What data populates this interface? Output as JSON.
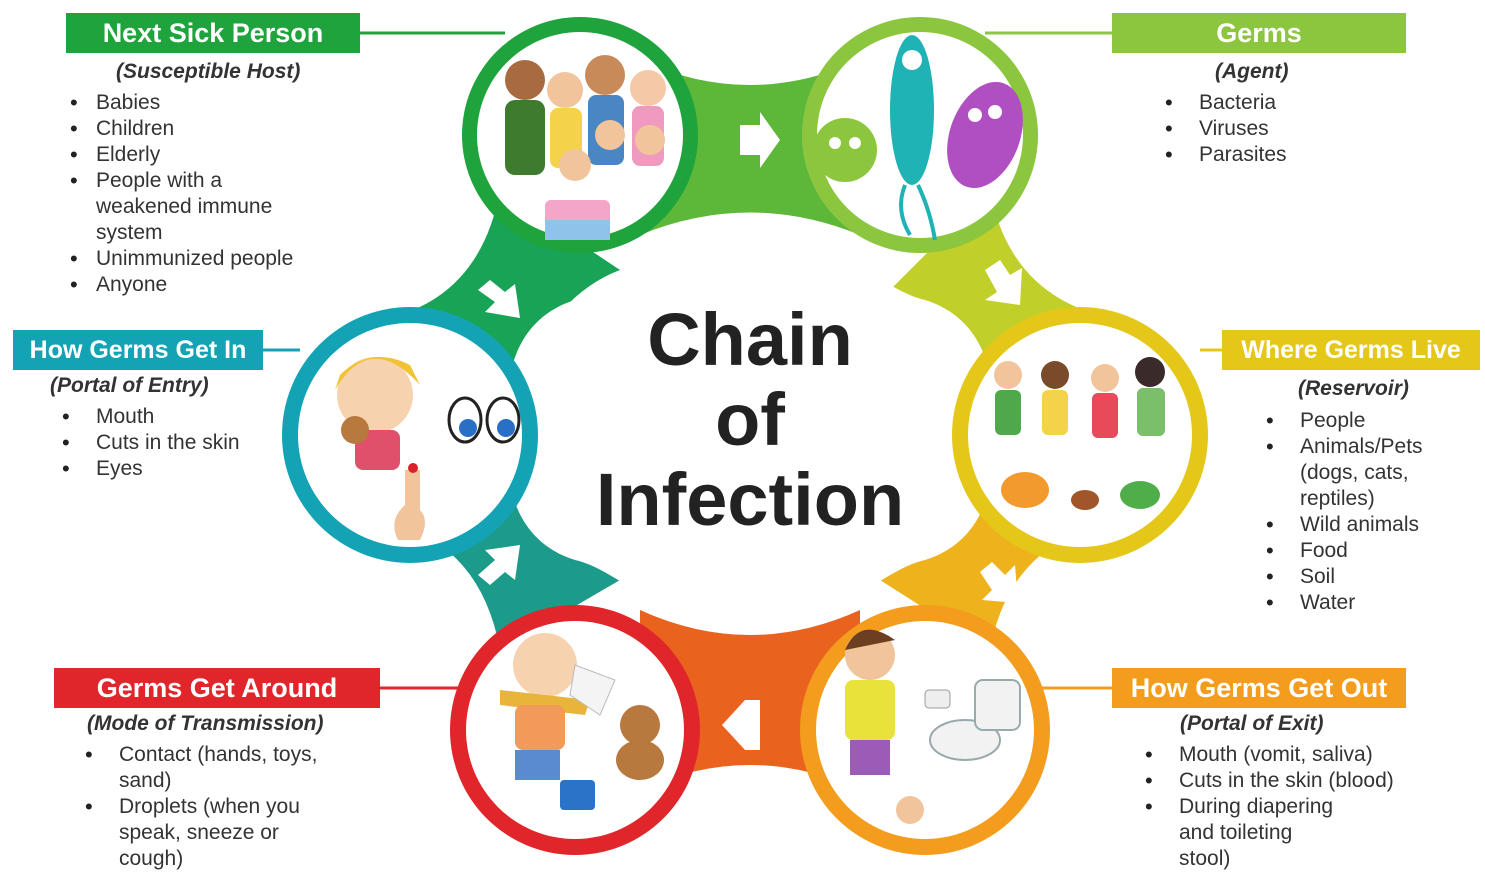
{
  "title": [
    "Chain",
    "of",
    "Infection"
  ],
  "colors": {
    "green": "#1fa33c",
    "lime": "#8cc63e",
    "yellow": "#e5c71a",
    "orange": "#f39c1d",
    "red": "#e0262b",
    "teal": "#14a3b5"
  },
  "nodes": [
    {
      "id": "host",
      "label": "Next Sick Person",
      "sub": "(Susceptible Host)",
      "items": [
        "Babies",
        "Children",
        "Elderly",
        "People with a weakened immune system",
        "Unimmunized people",
        "Anyone"
      ],
      "icon": "family-icon"
    },
    {
      "id": "agent",
      "label": "Germs",
      "sub": "(Agent)",
      "items": [
        "Bacteria",
        "Viruses",
        "Parasites"
      ],
      "icon": "germs-icon"
    },
    {
      "id": "reservoir",
      "label": "Where Germs Live",
      "sub": "(Reservoir)",
      "items": [
        "People",
        "Animals/Pets (dogs, cats, reptiles)",
        "Wild animals",
        "Food",
        "Soil",
        "Water"
      ],
      "icon": "people-animals-icon"
    },
    {
      "id": "exit",
      "label": "How Germs Get Out",
      "sub": "(Portal of Exit)",
      "items": [
        "Mouth (vomit, saliva)",
        "Cuts in the skin (blood)",
        "During diapering and toileting stool)"
      ],
      "icon": "coughing-boy-toilet-icon"
    },
    {
      "id": "transmission",
      "label": "Germs Get Around",
      "sub": "(Mode of Transmission)",
      "items": [
        "Contact (hands, toys, sand)",
        "Droplets (when you speak, sneeze or cough)"
      ],
      "icon": "sneezing-child-icon"
    },
    {
      "id": "entry",
      "label": "How Germs Get In",
      "sub": "(Portal of Entry)",
      "items": [
        "Mouth",
        "Cuts in the skin",
        "Eyes"
      ],
      "icon": "eyes-mouth-cut-icon"
    }
  ]
}
